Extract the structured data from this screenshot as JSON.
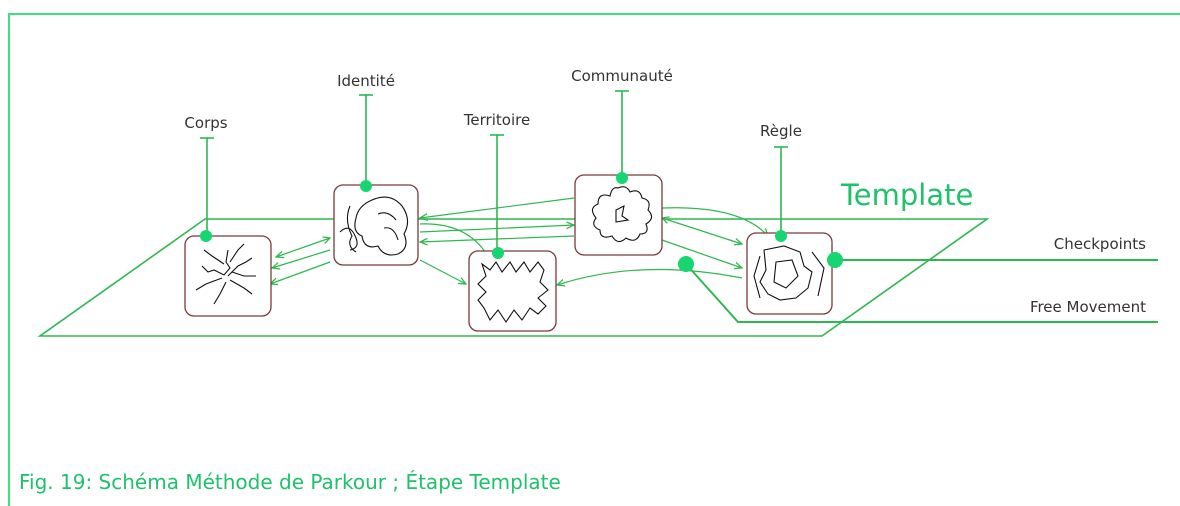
{
  "labels": {
    "corps": "Corps",
    "identite": "Identité",
    "territoire": "Territoire",
    "communaute": "Communauté",
    "regle": "Règle"
  },
  "title": "Template",
  "side_labels": {
    "checkpoints": "Checkpoints",
    "free_movement": "Free Movement"
  },
  "caption": "Fig. 19: Schéma Méthode de Parkour ; Étape Template",
  "colors": {
    "accent": "#1fc16b",
    "line": "#2db84f",
    "dot": "#17d672",
    "box_border": "#7b3a3a",
    "frame": "#3ee07f"
  }
}
